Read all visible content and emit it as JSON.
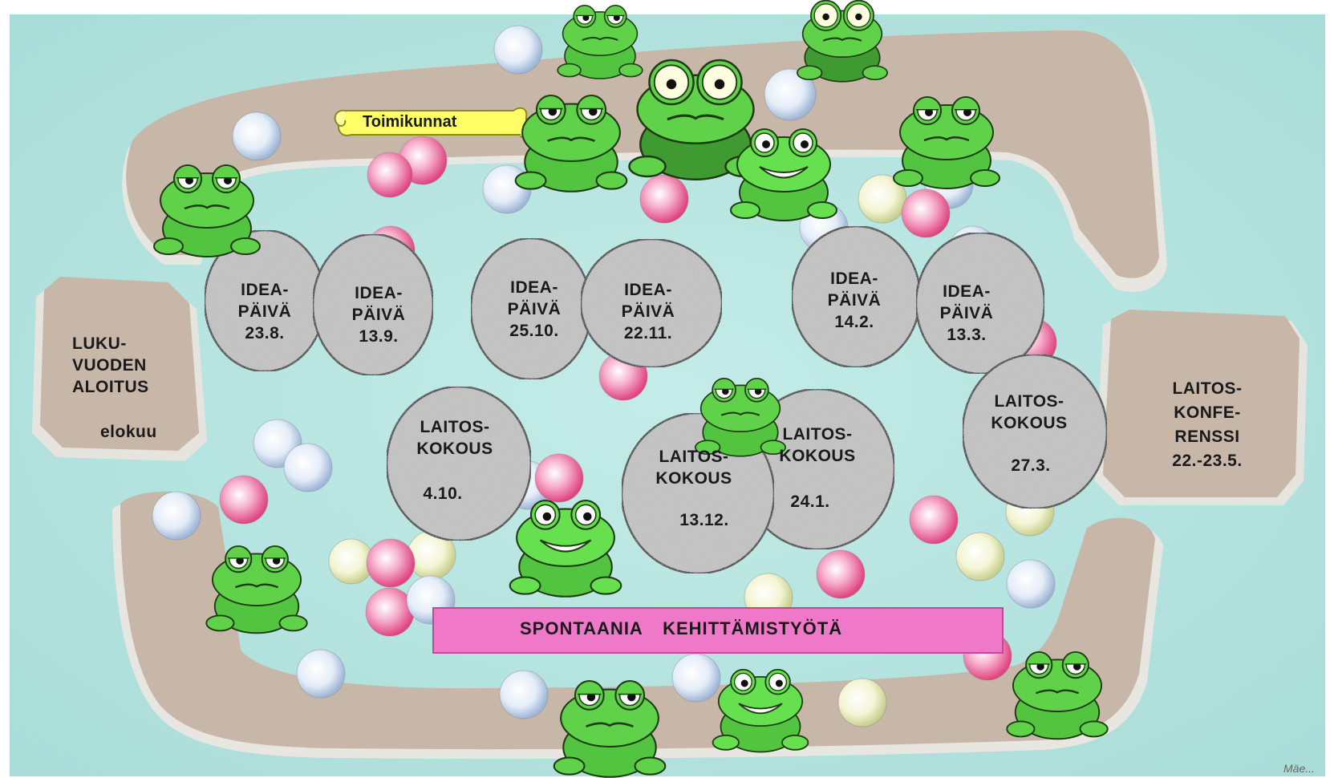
{
  "scroll_label": "Toimikunnat",
  "start_stone": {
    "title": "LUKU-\nVUODEN\nALOITUS",
    "subtitle": "elokuu"
  },
  "end_stone": {
    "title": "LAITOS-\nKONFE-\nRENSSI\n22.-23.5."
  },
  "idea_days": [
    {
      "text": "IDEA-\nPÄIVÄ\n23.8."
    },
    {
      "text": "IDEA-\nPÄIVÄ\n13.9."
    },
    {
      "text": "IDEA-\nPÄIVÄ\n25.10."
    },
    {
      "text": "IDEA-\nPÄIVÄ\n22.11."
    },
    {
      "text": "IDEA-\nPÄIVÄ\n14.2."
    },
    {
      "text": "IDEA-\nPÄIVÄ\n13.3."
    }
  ],
  "meetings": [
    {
      "title": "LAITOS-\nKOKOUS",
      "date": "4.10."
    },
    {
      "title": "LAITOS-\nKOKOUS",
      "date": "13.12."
    },
    {
      "title": "LAITOS-\nKOKOUS",
      "date": "24.1."
    },
    {
      "title": "LAITOS-\nKOKOUS",
      "date": "27.3."
    }
  ],
  "banner": "SPONTAANIA KEHITTÄMISTYÖTÄ",
  "signature": "Mäe...",
  "colors": {
    "pond": "#b6e3e0",
    "wall": "#c9b8a8",
    "stone": "#c8c8c8",
    "frog": "#4fc23c",
    "banner": "#f078c8",
    "scroll": "#ffff66",
    "bubble_pink": "#f07aa8",
    "bubble_blue": "#d8e6f5",
    "bubble_yellow": "#eef0c0"
  },
  "icons": [
    "frog-icon",
    "bubble-icon",
    "scroll-icon"
  ]
}
